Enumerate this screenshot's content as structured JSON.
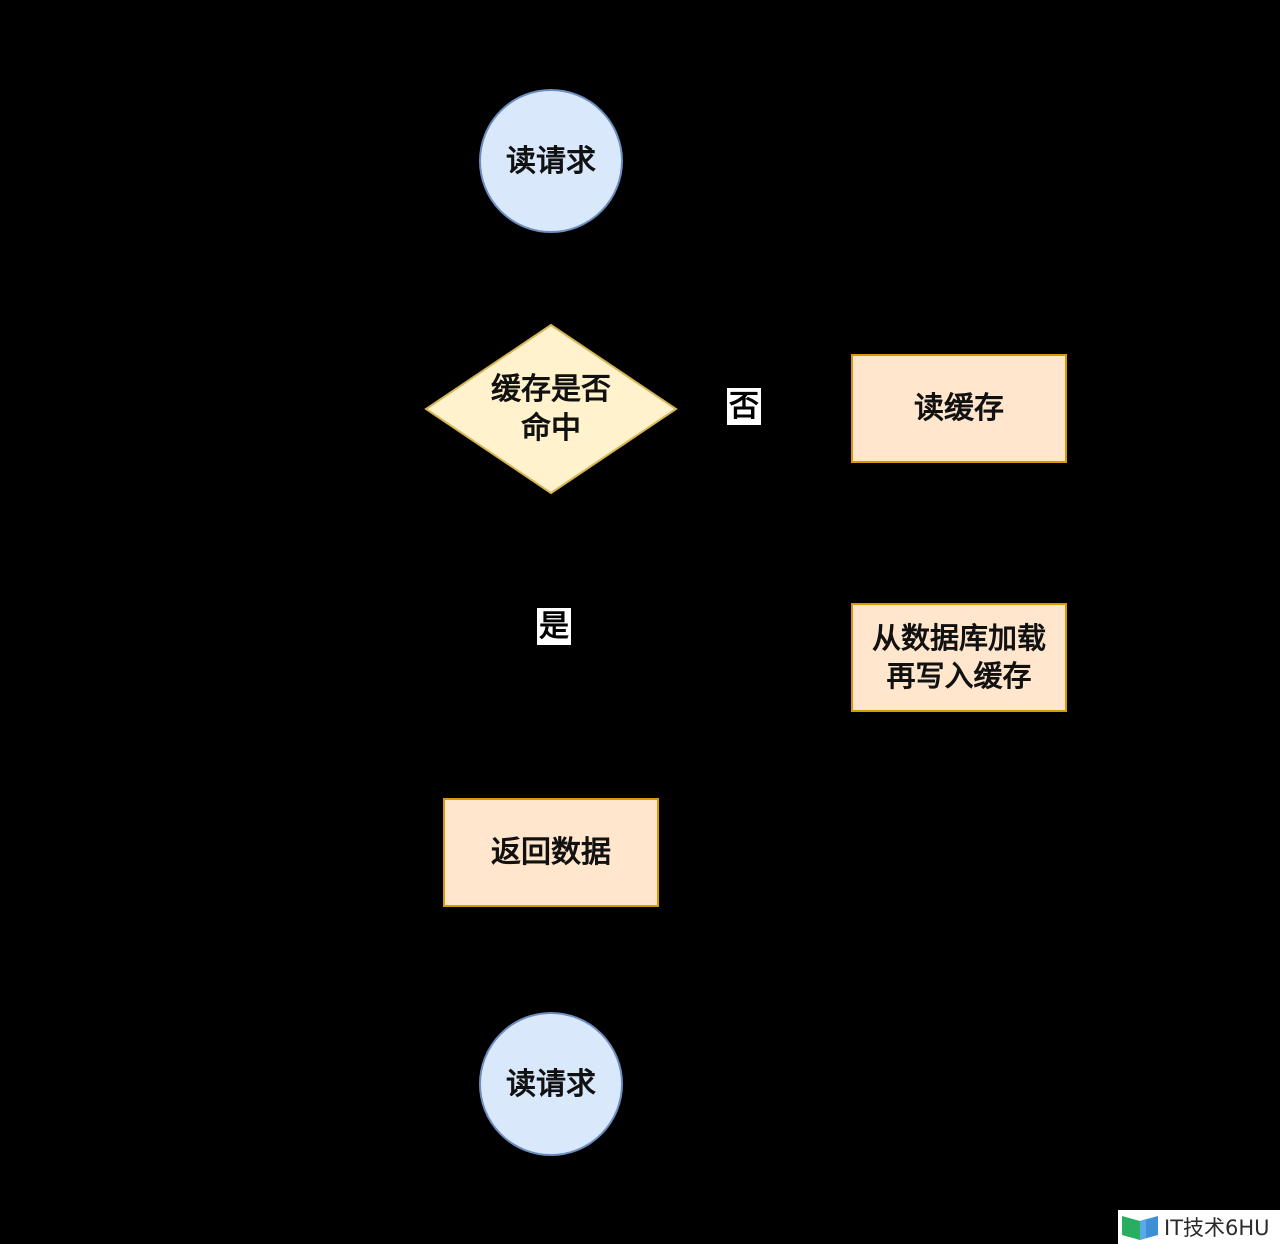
{
  "nodes": {
    "start": {
      "label": "读请求",
      "fill": "#dae8fc",
      "stroke": "#6c8ebf"
    },
    "decision": {
      "label": "缓存是否\n命中",
      "fill": "#fff2cc",
      "stroke": "#d6b656"
    },
    "read_cache": {
      "label": "读缓存",
      "fill": "#ffe6cc",
      "stroke": "#d79b00"
    },
    "load_db": {
      "label": "从数据库加载\n再写入缓存",
      "fill": "#ffe6cc",
      "stroke": "#d79b00"
    },
    "return_data": {
      "label": "返回数据",
      "fill": "#ffe6cc",
      "stroke": "#d79b00"
    },
    "end": {
      "label": "读请求",
      "fill": "#dae8fc",
      "stroke": "#6c8ebf"
    }
  },
  "edges": {
    "no_label": "否",
    "yes_label": "是"
  },
  "watermark": {
    "text": "IT技术6HU",
    "logo": "book-logo-icon"
  }
}
